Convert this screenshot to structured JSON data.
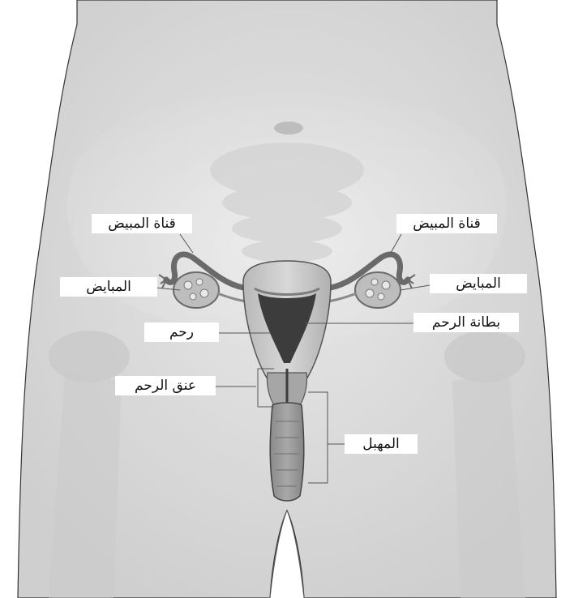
{
  "labels": {
    "fallopian_tube_left": "قناة المبيض",
    "fallopian_tube_right": "قناة المبيض",
    "ovary_left": "المبايض",
    "ovary_right": "المبايض",
    "uterus": "رحم",
    "endometrium": "بطانة الرحم",
    "cervix": "عنق الرحم",
    "vagina": "المهبل"
  }
}
